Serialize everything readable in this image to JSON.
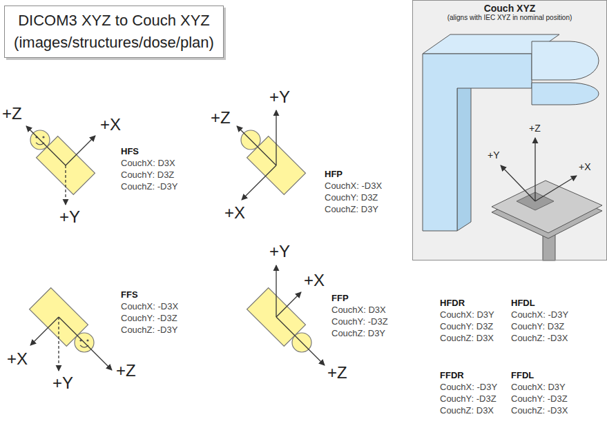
{
  "diagram": {
    "title": "DICOM3 XYZ to Couch XYZ (images/structures/dose/plan)",
    "nodes": [
      {
        "text": [
          "Couch XYZ",
          "(aligns with IEC XYZ in nominal position)"
        ]
      }
    ],
    "labels": [
      "+Z",
      "+X",
      "+Y",
      "HFS",
      "CouchX: D3X",
      "CouchY: D3Z",
      "CouchZ: -D3Y",
      "+Y",
      "+Z",
      "+X",
      "HFP",
      "CouchX: -D3X",
      "CouchY: D3Z",
      "CouchZ: D3Y",
      "+Y",
      "+Z",
      "+X",
      "FFS",
      "CouchX: -D3X",
      "CouchY: -D3Z",
      "CouchZ: -D3Y",
      "+X",
      "+Y",
      "+Z",
      "+Y",
      "+X",
      "FFP",
      "CouchX: D3X",
      "CouchY: -D3Z",
      "CouchZ: D3Y",
      "+Z",
      "HFDR",
      "CouchX: D3Y",
      "CouchY: D3Z",
      "CouchZ: D3X",
      "HFDL",
      "CouchX: -D3Y",
      "CouchY: D3Z",
      "CouchZ: -D3X",
      "FFDR",
      "CouchX: -D3Y",
      "CouchY: -D3Z",
      "CouchZ: D3X",
      "FFDL",
      "CouchX: D3Y",
      "CouchY: -D3Z",
      "CouchZ: -D3X"
    ]
  }
}
